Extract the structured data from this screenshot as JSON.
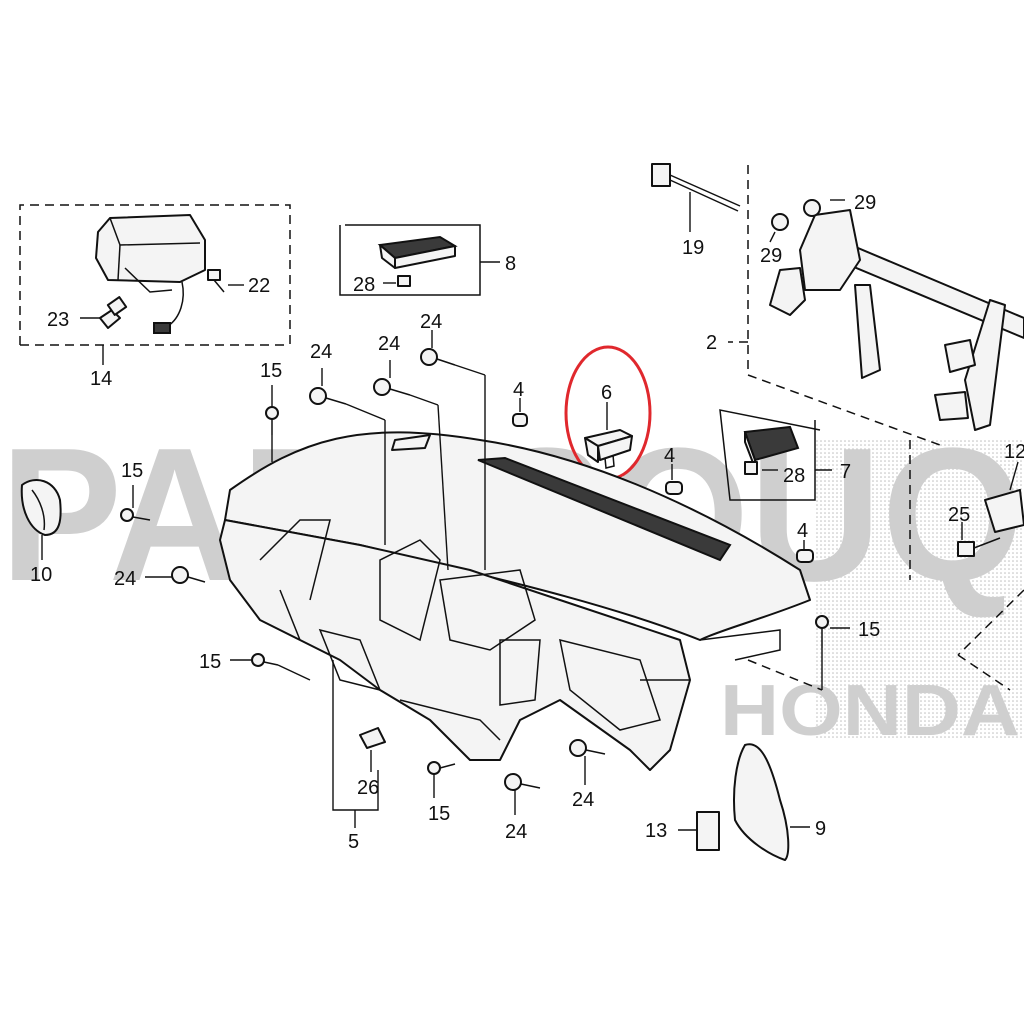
{
  "watermark": {
    "brand": "PARTSOUQ",
    "maker": "HONDA"
  },
  "callouts": {
    "c2": "2",
    "c4a": "4",
    "c4b": "4",
    "c4c": "4",
    "c5": "5",
    "c6": "6",
    "c7": "7",
    "c8": "8",
    "c9": "9",
    "c10": "10",
    "c12": "12",
    "c13": "13",
    "c14": "14",
    "c15a": "15",
    "c15b": "15",
    "c15c": "15",
    "c15d": "15",
    "c15e": "15",
    "c19": "19",
    "c22": "22",
    "c23": "23",
    "c24a": "24",
    "c24b": "24",
    "c24c": "24",
    "c24d": "24",
    "c24e": "24",
    "c24f": "24",
    "c25": "25",
    "c26": "26",
    "c28a": "28",
    "c28b": "28",
    "c29a": "29",
    "c29b": "29"
  },
  "highlight": {
    "color": "#e0282d",
    "target_callout": "6"
  }
}
